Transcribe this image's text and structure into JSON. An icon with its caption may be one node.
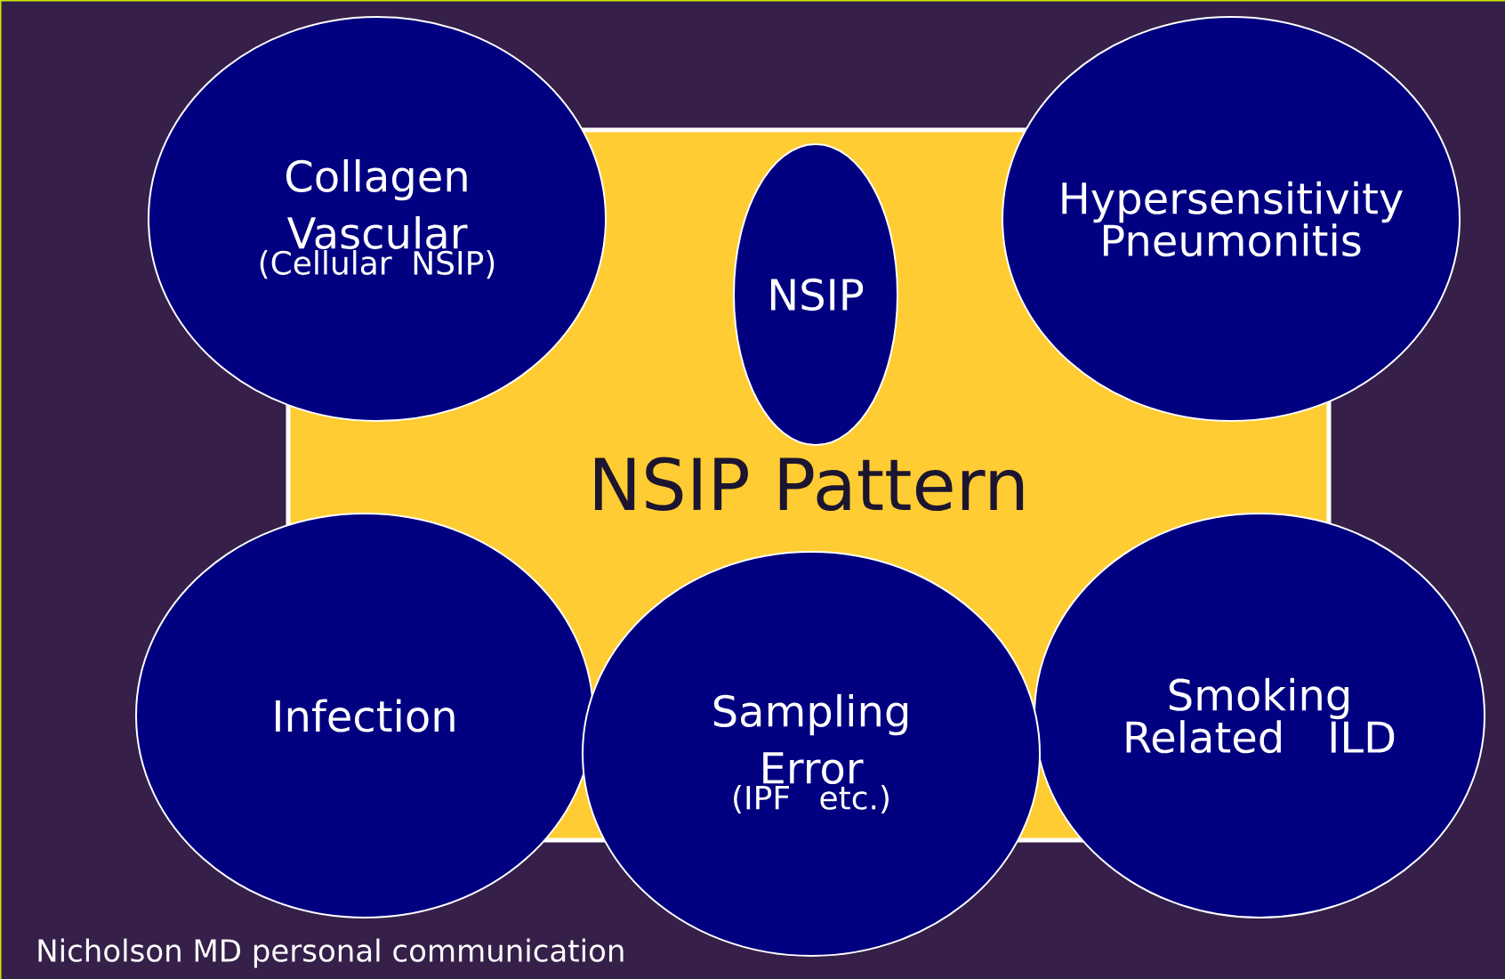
{
  "diagram": {
    "caption": "Nicholson MD personal communication",
    "nodes": [
      {
        "text": [
          "NSIP Pattern"
        ]
      },
      {
        "text": [
          "Collagen Vascular",
          "(Cellular NSIP)"
        ]
      },
      {
        "text": [
          "NSIP"
        ],
        "in": 0
      },
      {
        "text": [
          "Hypersensitivity Pneumonitis"
        ]
      },
      {
        "text": [
          "Infection"
        ]
      },
      {
        "text": [
          "Sampling Error",
          "(IPF etc.)"
        ]
      },
      {
        "text": [
          "Smoking Related ILD"
        ]
      }
    ]
  }
}
